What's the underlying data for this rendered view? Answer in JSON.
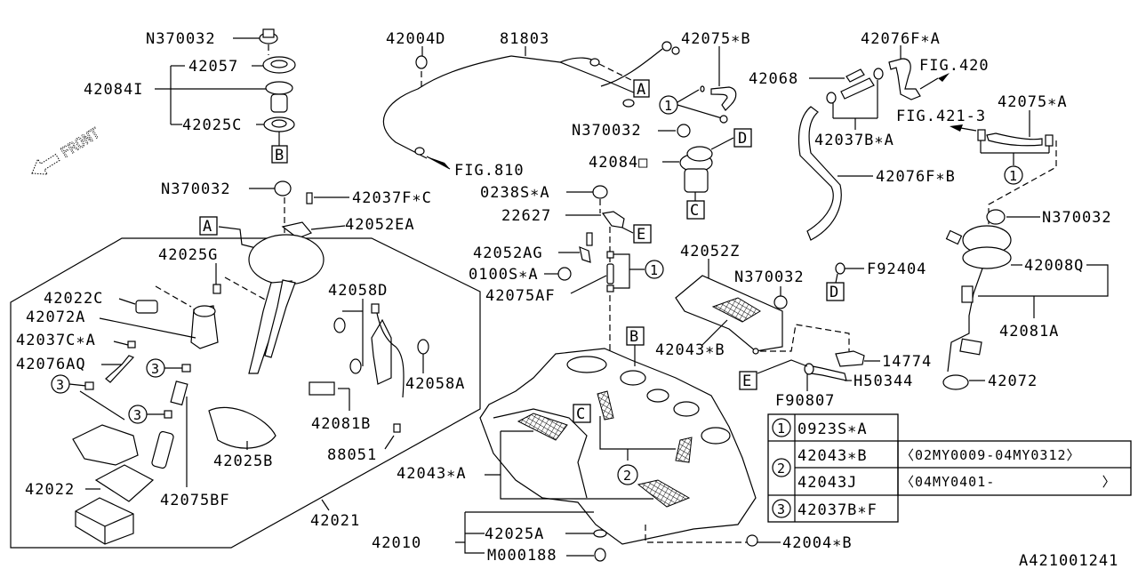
{
  "diagram": {
    "title_code": "A421001241",
    "front_label": "FRONT",
    "labels": {
      "n370032_a": "N370032",
      "p42057": "42057",
      "p42084i": "42084I",
      "p42025c": "42025C",
      "p42004d": "42004D",
      "p81803": "81803",
      "p42075b": "42075∗B",
      "p42076fa": "42076F∗A",
      "fig420": "FIG.420",
      "p42068": "42068",
      "fig421": "FIG.421-3",
      "p42075a": "42075∗A",
      "n370032_b": "N370032",
      "p42037ba": "42037B∗A",
      "p42084o": "42084□",
      "fig810": "FIG.810",
      "p42076fb": "42076F∗B",
      "n370032_c": "N370032",
      "p42037fc": "42037F∗C",
      "p42052ea": "42052EA",
      "p0238sa": "0238S∗A",
      "p22627": "22627",
      "n370032_d": "N370032",
      "p42025g": "42025G",
      "p42052ag": "42052AG",
      "p42052z": "42052Z",
      "p0100sa": "0100S∗A",
      "p42075af": "42075AF",
      "n370032_e": "N370032",
      "f92404": "F92404",
      "p42008q": "42008Q",
      "p42022c": "42022C",
      "p42058d": "42058D",
      "p42072a": "42072A",
      "p42043b": "42043∗B",
      "p42081a": "42081A",
      "p42037ca": "42037C∗A",
      "p42076aq": "42076AQ",
      "p42058a": "42058A",
      "p14774": "14774",
      "h50344": "H50344",
      "p42072": "42072",
      "f90807": "F90807",
      "p42081b": "42081B",
      "p88051": "88051",
      "p42025b": "42025B",
      "p42043a": "42043∗A",
      "p42022": "42022",
      "p42075bf": "42075BF",
      "p42021": "42021",
      "p42010": "42010",
      "p42025a": "42025A",
      "m000188": "M000188",
      "p42004b": "42004∗B"
    },
    "ref_boxes": {
      "a": "A",
      "b": "B",
      "c": "C",
      "d": "D",
      "e": "E"
    },
    "callouts": {
      "one": "1",
      "two": "2",
      "three": "3"
    },
    "legend_table": [
      {
        "ref": "1",
        "rows": [
          {
            "part": "0923S∗A",
            "note": ""
          }
        ]
      },
      {
        "ref": "2",
        "rows": [
          {
            "part": "42043∗B",
            "note": "〈02MY0009-04MY0312〉"
          },
          {
            "part": "42043J",
            "note": "〈04MY0401-            〉"
          }
        ]
      },
      {
        "ref": "3",
        "rows": [
          {
            "part": "42037B∗F",
            "note": ""
          }
        ]
      }
    ]
  }
}
